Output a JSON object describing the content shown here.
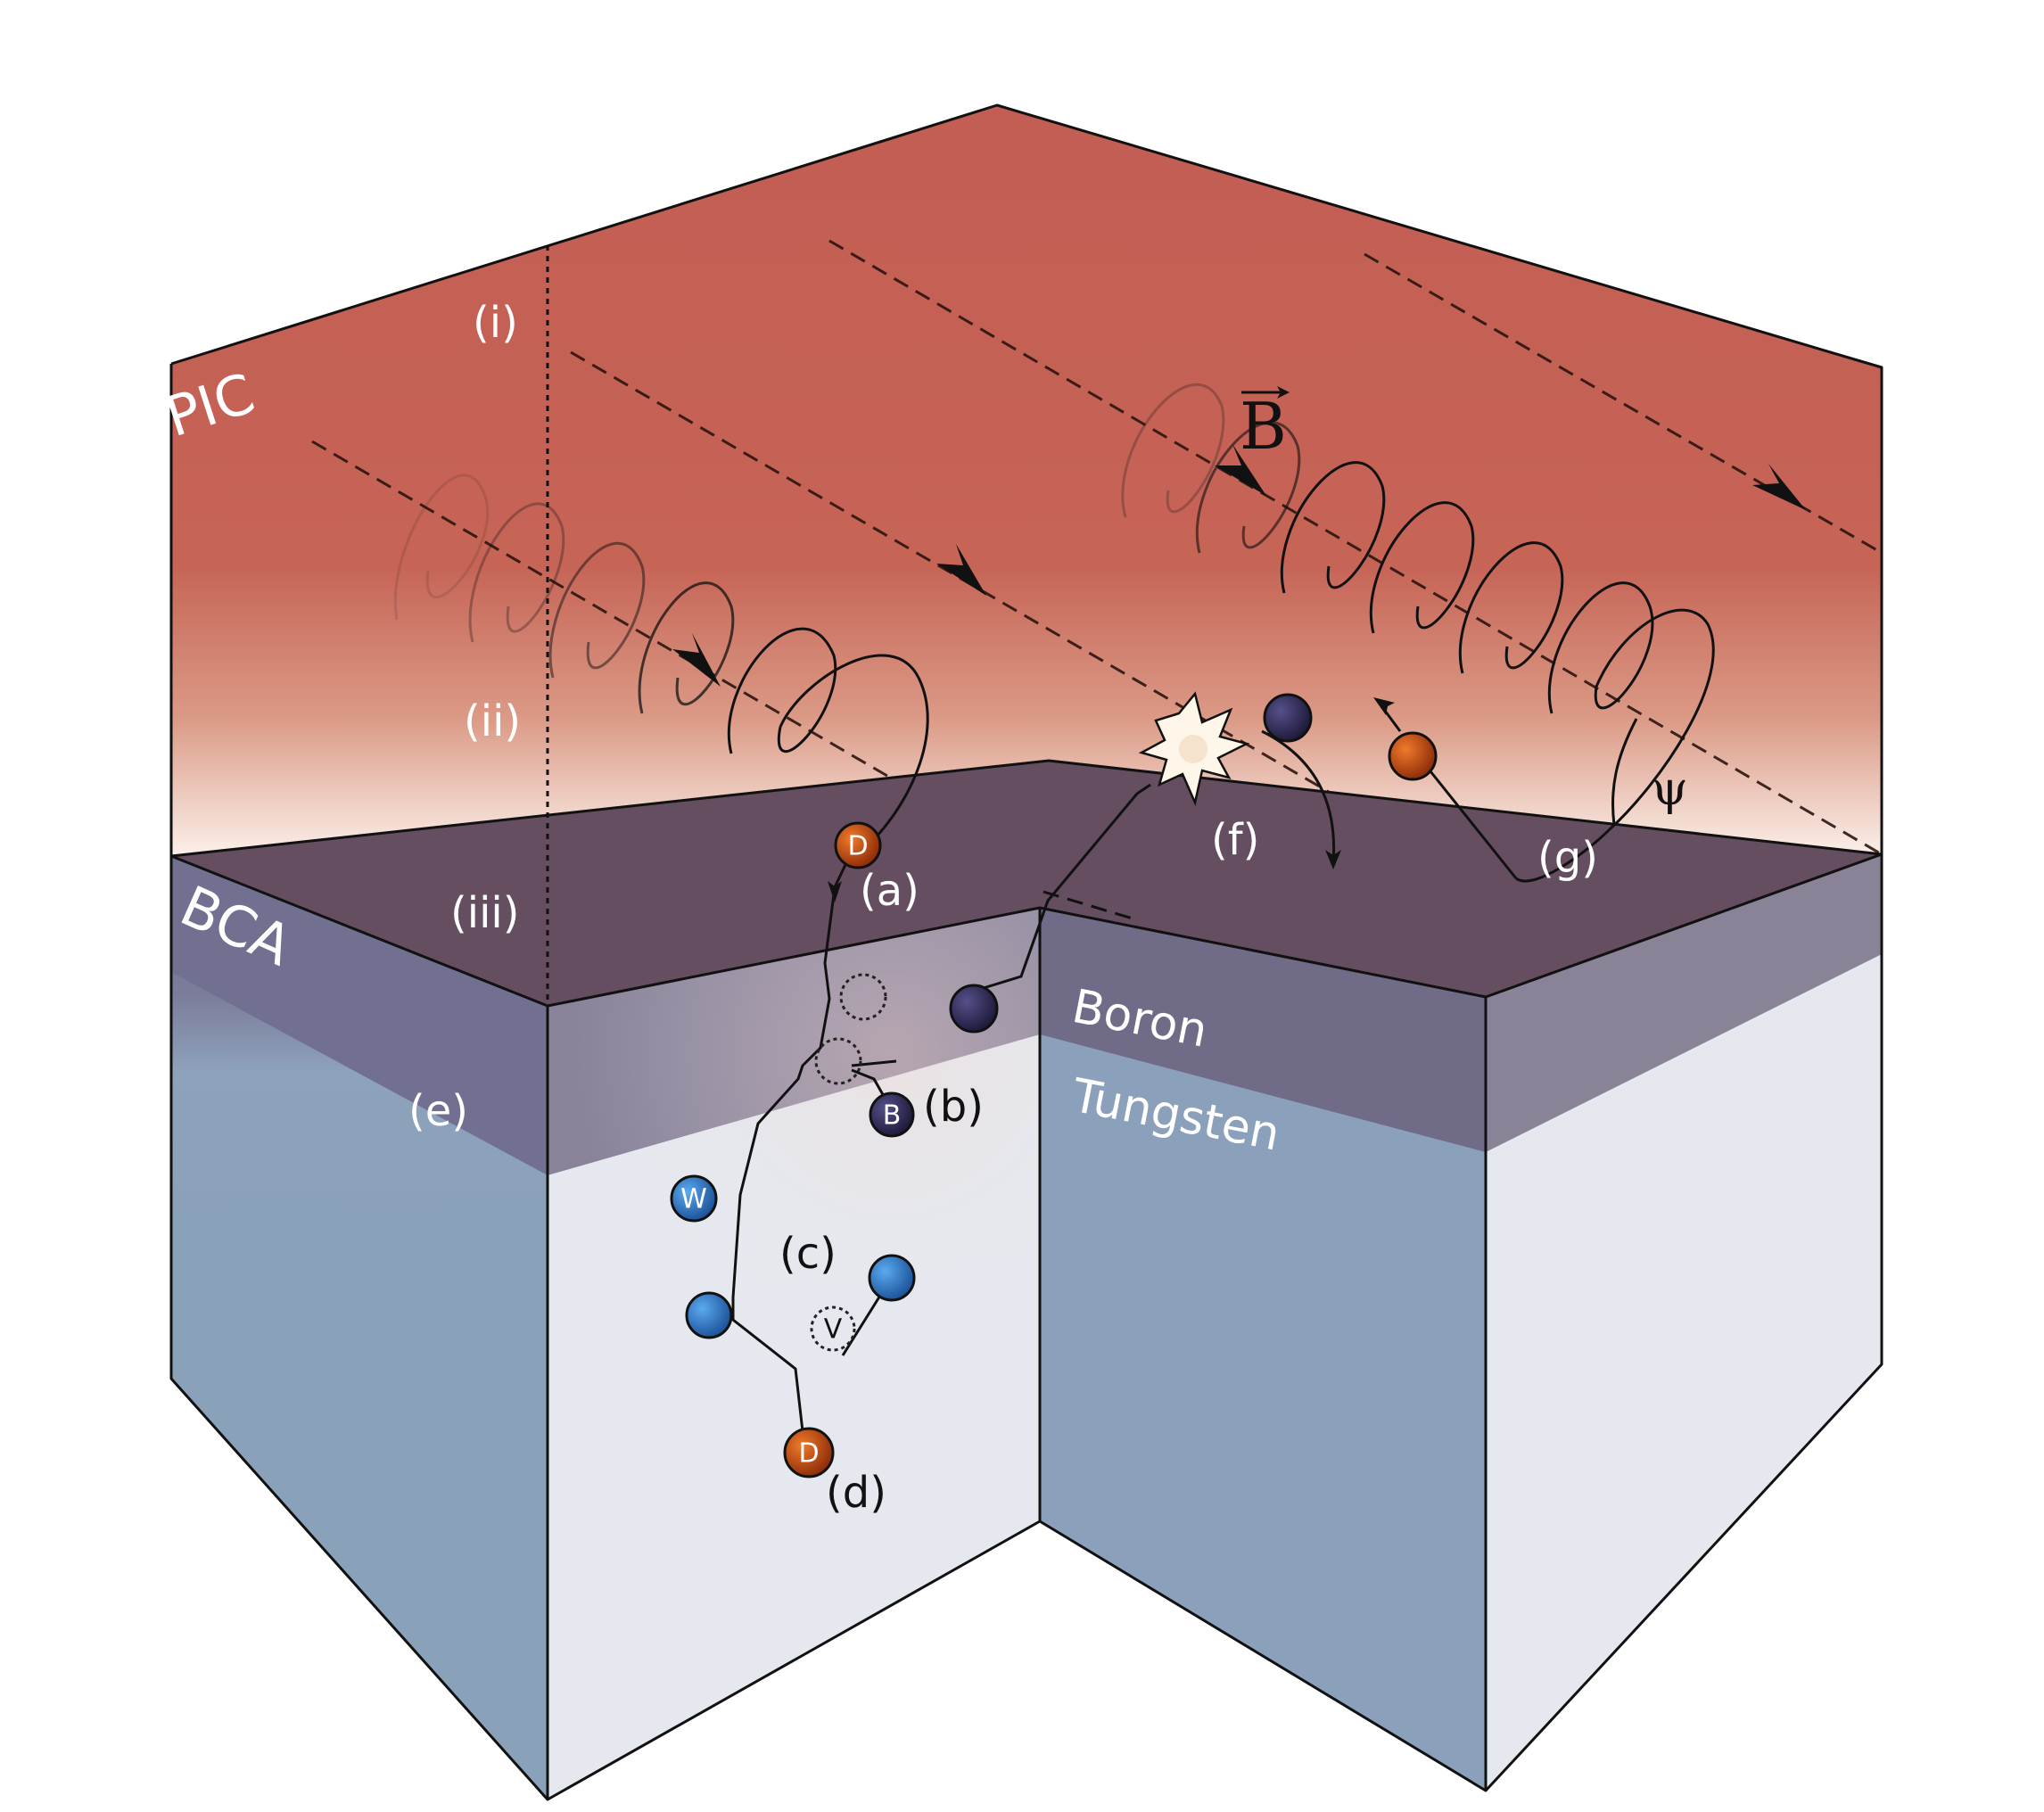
{
  "labels": {
    "pic": "PIC",
    "bca": "BCA",
    "i": "(i)",
    "ii": "(ii)",
    "iii": "(iii)",
    "a": "(a)",
    "b": "(b)",
    "c": "(c)",
    "d": "(d)",
    "e": "(e)",
    "f": "(f)",
    "g": "(g)",
    "boron": "Boron",
    "tungsten": "Tungsten",
    "bfield": "B",
    "psi": "ψ"
  },
  "atoms": {
    "deuterium": "D",
    "boron": "B",
    "tungsten": "W",
    "vacancy": "V"
  },
  "colors": {
    "plasma": "#c46257",
    "boron_layer": "#6a5567",
    "tungsten_side": "#8ba1bb",
    "tungsten_light": "#e5e9ef",
    "deuterium": "#c04a10",
    "boron_atom": "#2e2850",
    "tungsten_atom": "#2f7fd0"
  }
}
